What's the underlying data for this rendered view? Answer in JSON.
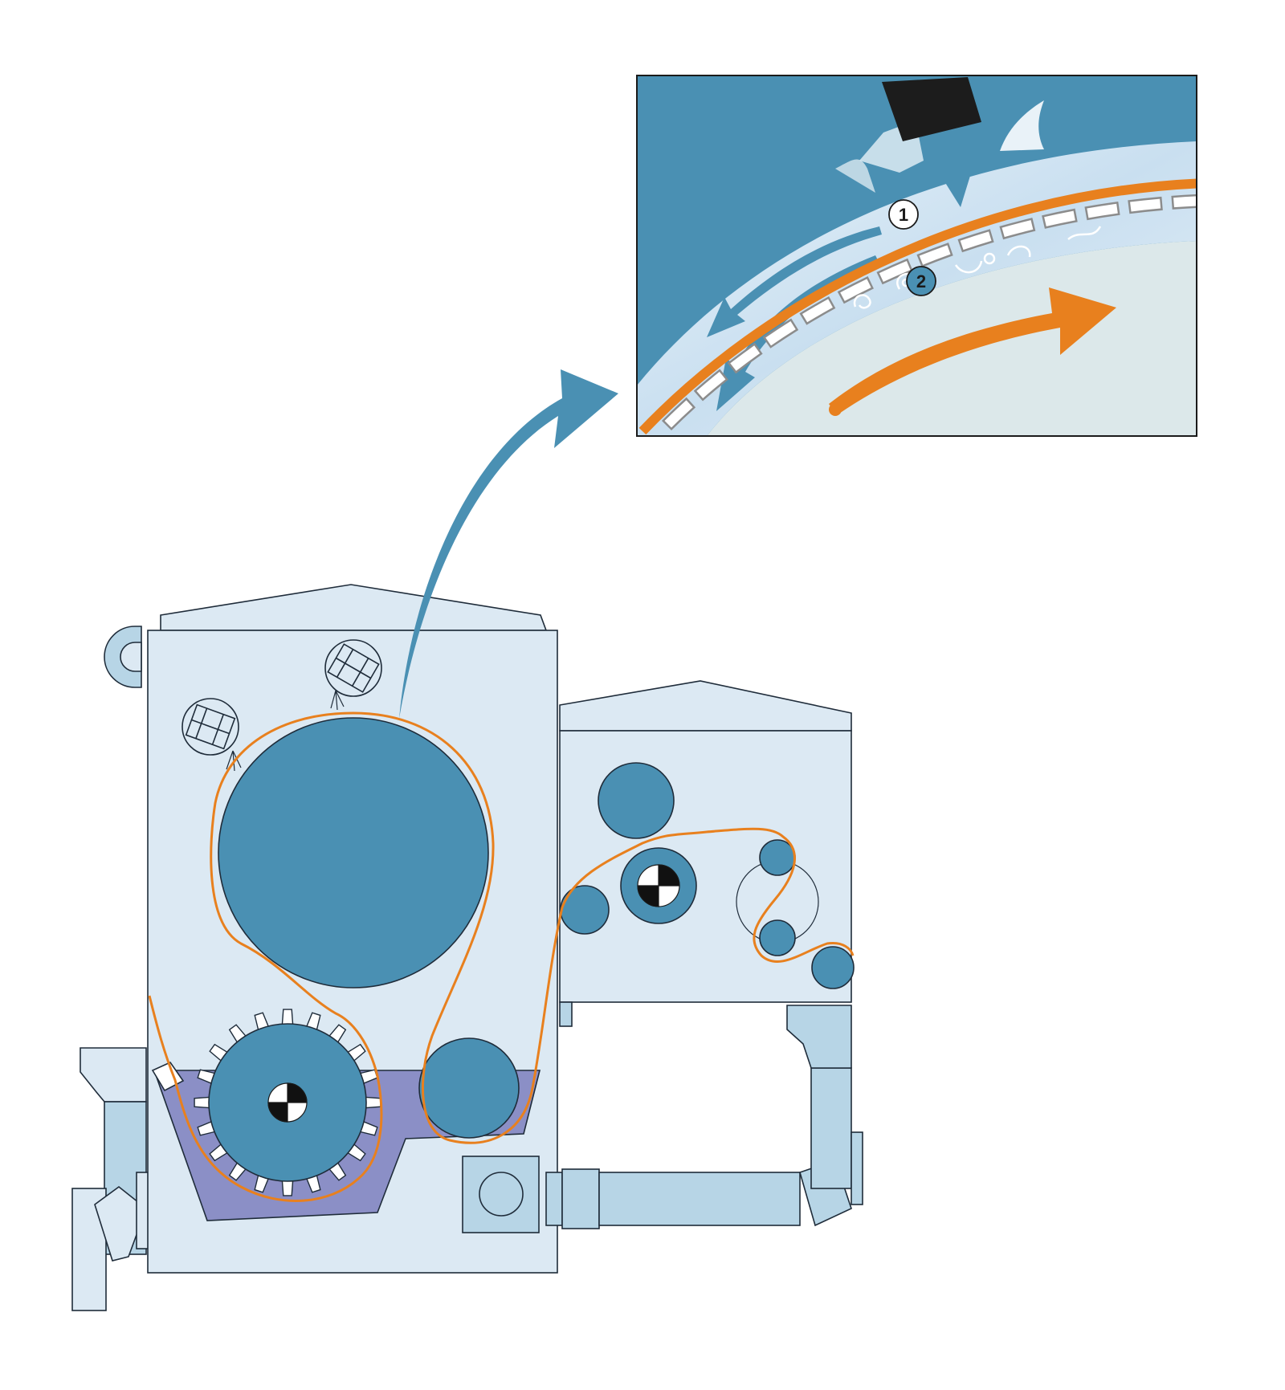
{
  "diagram": {
    "detail_inset": {
      "markers": [
        {
          "id": "1",
          "label": "1"
        },
        {
          "id": "2",
          "label": "2"
        }
      ]
    },
    "colors": {
      "machine_body": "#dce9f3",
      "machine_outline": "#1f2c3a",
      "roll_blue": "#4a90b3",
      "fabric_belt": "#e8801e",
      "liquor_bath": "#8b8fc6",
      "pipe": "#b7d5e6",
      "arrow_blue": "#4a90b3",
      "inset_bg": "#4a90b3",
      "inset_drum": "#dce8ea",
      "nozzle": "#1c1c1c"
    }
  }
}
